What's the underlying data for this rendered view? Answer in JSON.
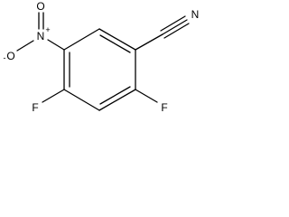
{
  "molecule": {
    "atoms": {
      "nitrile_n": "N",
      "nitro_n": "N",
      "nitro_n_charge": "+",
      "nitro_o_top": "O",
      "nitro_o_left": "O",
      "nitro_o_left_charge": "-",
      "fluorine_left": "F",
      "fluorine_right": "F"
    },
    "colors": {
      "bond": "#000000",
      "label": "#000000",
      "background": "#ffffff"
    }
  }
}
